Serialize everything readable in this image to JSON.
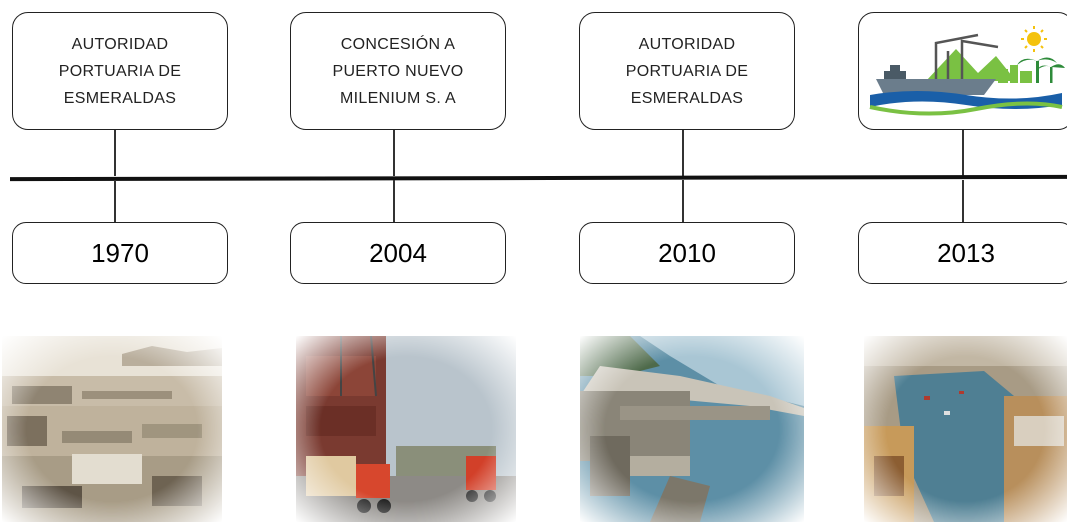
{
  "timeline": {
    "events": [
      {
        "year": "1970",
        "caption": "AUTORIDAD\nPORTUARIA DE\nESMERALDAS"
      },
      {
        "year": "2004",
        "caption": "CONCESIÓN A\nPUERTO NUEVO\nMILENIUM S. A"
      },
      {
        "year": "2010",
        "caption": "AUTORIDAD\nPORTUARIA DE\nESMERALDAS"
      },
      {
        "year": "2013",
        "caption": ""
      }
    ]
  },
  "colors": {
    "line": "#111111",
    "logo_green": "#7ac143",
    "logo_blue": "#1a5fa8",
    "logo_sun": "#f4c20d"
  },
  "icons": [
    "port-logo-icon"
  ]
}
